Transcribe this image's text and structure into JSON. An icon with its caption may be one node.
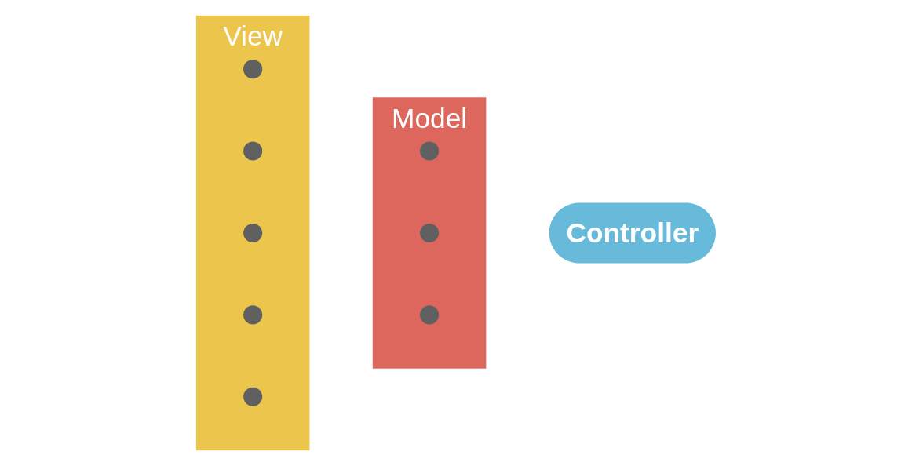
{
  "diagram": {
    "nodes": [
      {
        "text": [
          "Controller"
        ]
      },
      {
        "text": [
          "Model"
        ]
      },
      {
        "text": [],
        "shape": "circle",
        "in": 1
      },
      {
        "text": [],
        "shape": "circle",
        "in": 1
      },
      {
        "text": [],
        "shape": "circle",
        "in": 1
      },
      {
        "text": [
          "View"
        ]
      },
      {
        "text": [],
        "shape": "circle",
        "in": 5
      },
      {
        "text": [],
        "shape": "circle",
        "in": 5
      },
      {
        "text": [],
        "shape": "circle",
        "in": 5
      },
      {
        "text": [],
        "shape": "circle",
        "in": 5
      },
      {
        "text": [],
        "shape": "circle",
        "in": 5
      }
    ],
    "edges": []
  }
}
